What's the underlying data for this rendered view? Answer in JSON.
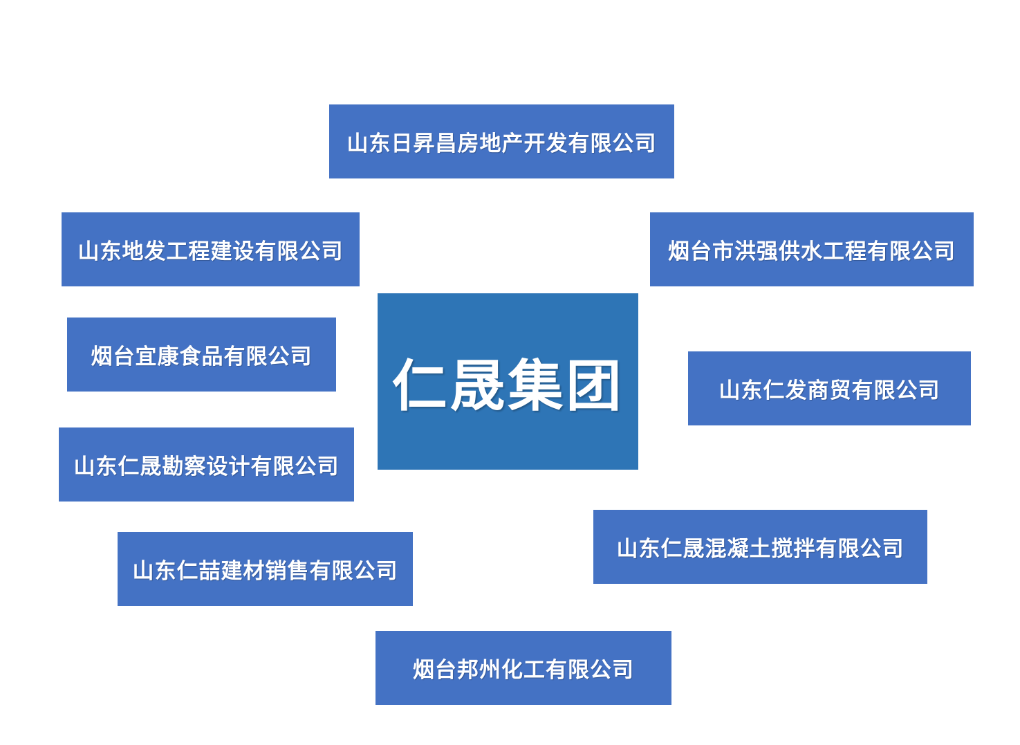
{
  "center": {
    "label": "仁晟集团"
  },
  "companies": [
    {
      "label": "山东日昇昌房地产开发有限公司"
    },
    {
      "label": "山东地发工程建设有限公司"
    },
    {
      "label": "烟台市洪强供水工程有限公司"
    },
    {
      "label": "烟台宜康食品有限公司"
    },
    {
      "label": "山东仁发商贸有限公司"
    },
    {
      "label": "山东仁晟勘察设计有限公司"
    },
    {
      "label": "山东仁晟混凝土搅拌有限公司"
    },
    {
      "label": "山东仁喆建材销售有限公司"
    },
    {
      "label": "烟台邦州化工有限公司"
    }
  ],
  "colors": {
    "box": "#4472c4",
    "center": "#2e75b6",
    "text": "#ffffff"
  }
}
